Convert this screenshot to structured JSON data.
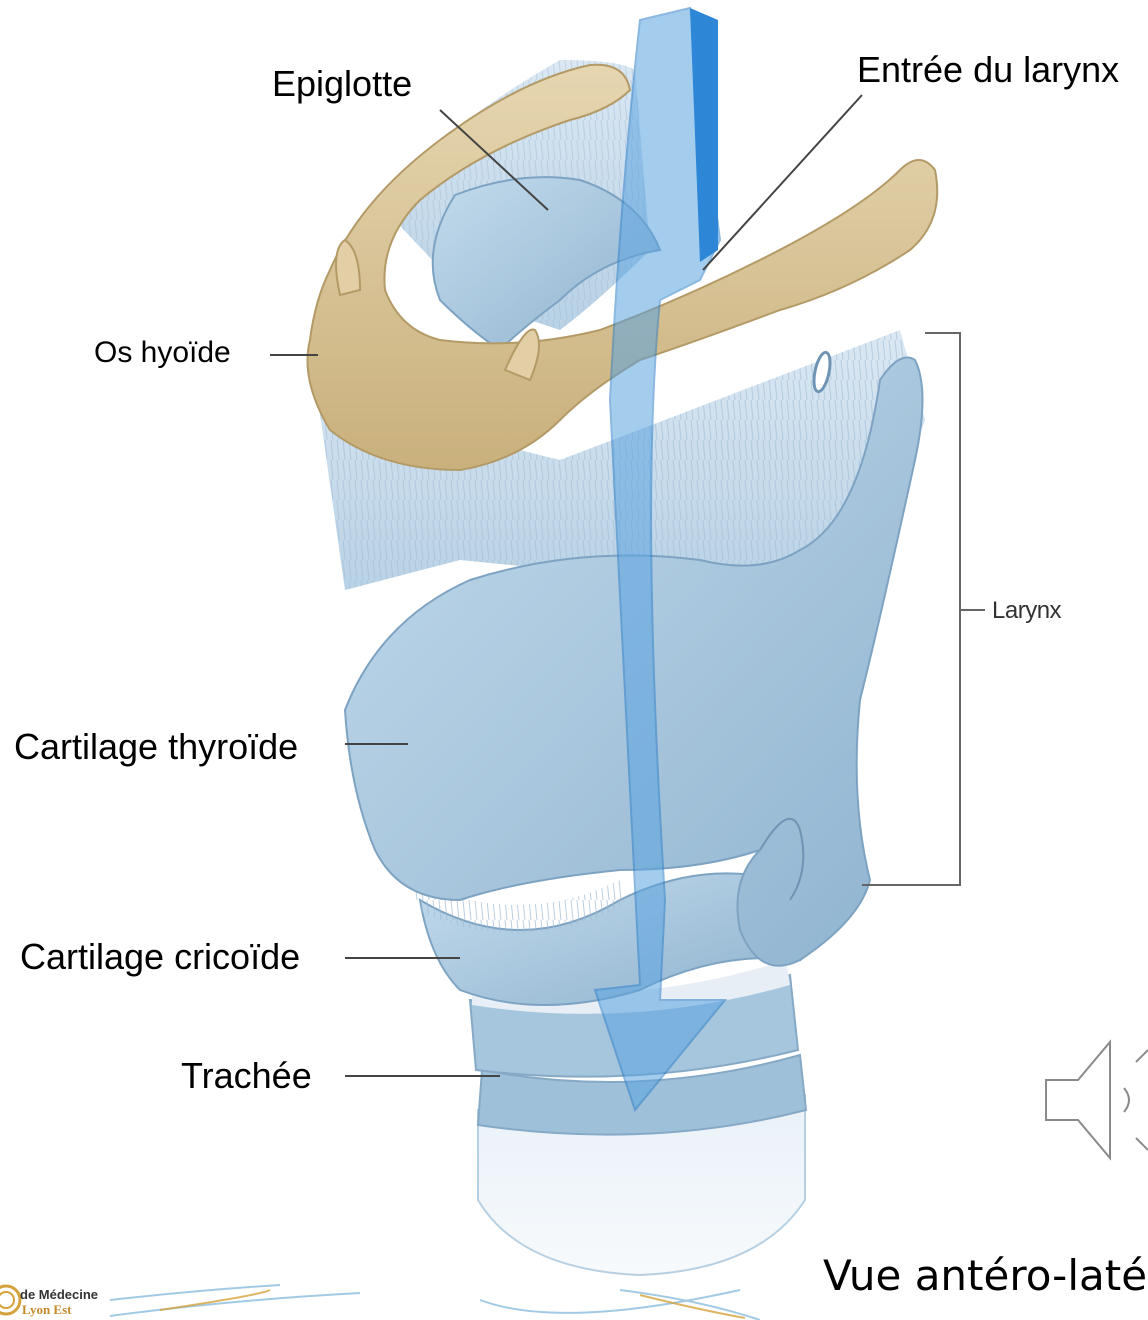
{
  "labels": {
    "epiglotte": "Epiglotte",
    "entree": "Entrée du larynx",
    "os_hyoide": "Os hyoïde",
    "larynx": "Larynx",
    "cartilage_thyroide": "Cartilage thyroïde",
    "cartilage_cricoide": "Cartilage cricoïde",
    "trachee": "Trachée"
  },
  "caption": "Vue antéro-latér",
  "logo": {
    "line1": "de Médecine",
    "line2": "Lyon Est"
  },
  "icons": {
    "speaker": "speaker-icon",
    "airflow": "airflow-arrow-icon"
  },
  "colors": {
    "cartilage": "#a9c8de",
    "cartilage_dark": "#8fb3cf",
    "bone": "#d8c49a",
    "airflow": "#3d8fd6",
    "line": "#444444"
  }
}
